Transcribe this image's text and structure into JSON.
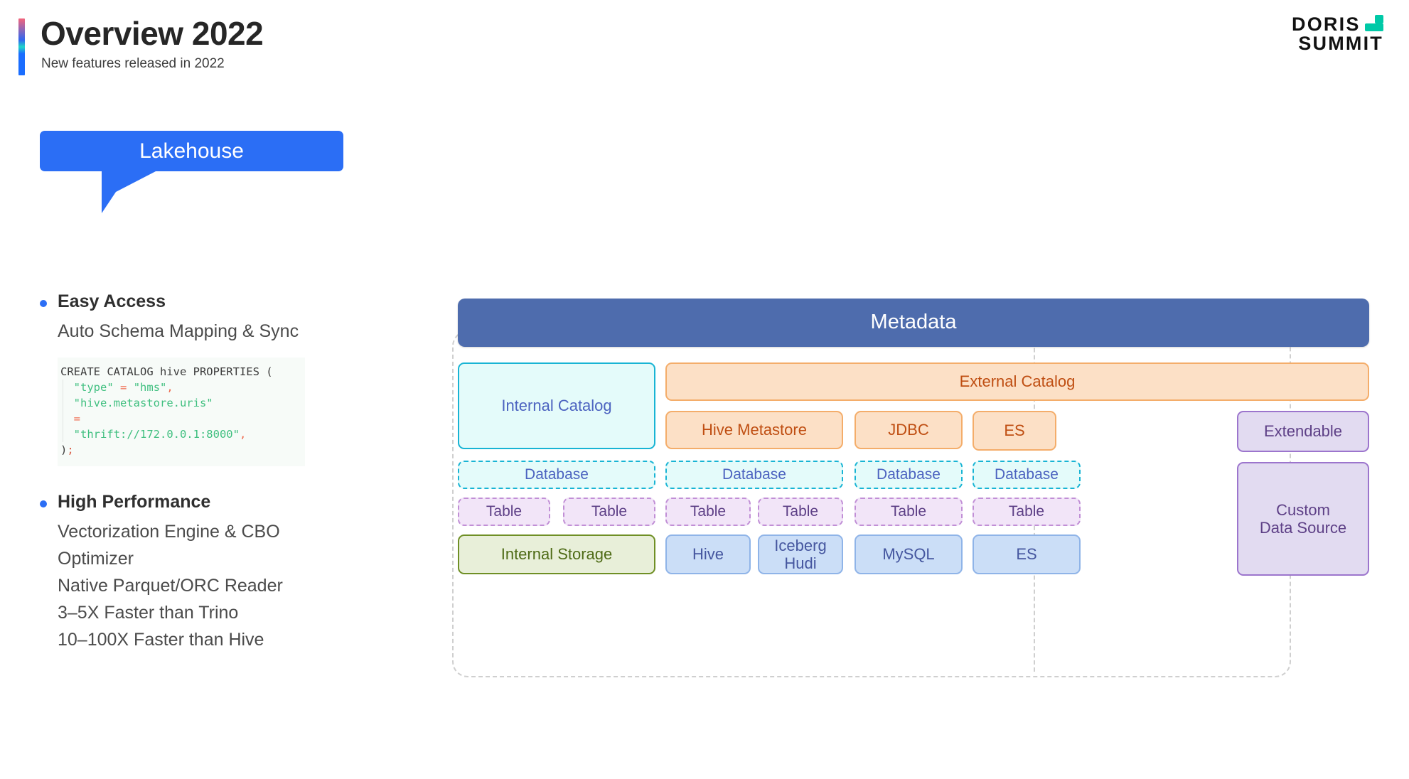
{
  "header": {
    "title": "Overview 2022",
    "subtitle": "New features released in 2022",
    "accent_colors": [
      "#f4657b",
      "#2f66f0",
      "#1fd6c8",
      "#1a6dff"
    ]
  },
  "logo": {
    "line1": "DORIS",
    "line2": "SUMMIT",
    "mark_color": "#00c9a7"
  },
  "banner": {
    "label": "Lakehouse",
    "color": "#2b6ef5"
  },
  "left_column": {
    "sections": [
      {
        "heading": "Easy Access",
        "lines": [
          "Auto Schema Mapping & Sync"
        ]
      },
      {
        "heading": "High Performance",
        "lines": [
          "Vectorization Engine & CBO",
          "Optimizer",
          "Native Parquet/ORC Reader",
          "3–5X Faster than Trino",
          "10–100X Faster than Hive"
        ]
      }
    ]
  },
  "code_block": {
    "language": "sql",
    "lines": [
      "CREATE CATALOG hive PROPERTIES (",
      "  \"type\" = \"hms\",",
      "  \"hive.metastore.uris\"",
      "  =",
      "  \"thrift://172.0.0.1:8000\",",
      ");"
    ],
    "tokens": {
      "keyword": "CREATE CATALOG hive PROPERTIES (",
      "key1": "\"type\"",
      "eq": "=",
      "val1": "\"hms\"",
      "comma": ",",
      "key2": "\"hive.metastore.uris\"",
      "val2": "\"thrift://172.0.0.1:8000\"",
      "close_paren": ")",
      "semicolon": ";"
    },
    "colors": {
      "string": "#3fbf7f",
      "operator": "#ef6b4f",
      "text": "#3c3c3c"
    }
  },
  "diagram": {
    "metadata_bar": "Metadata",
    "internal_catalog": "Internal Catalog",
    "external_catalog": "External Catalog",
    "connectors": [
      "Hive Metastore",
      "JDBC",
      "ES",
      "Extendable"
    ],
    "databases": [
      "Database",
      "Database",
      "Database",
      "Database"
    ],
    "tables": [
      "Table",
      "Table",
      "Table",
      "Table",
      "Table",
      "Table"
    ],
    "storages": [
      "Internal Storage",
      "Hive",
      "Iceberg\nHudi",
      "MySQL",
      "ES"
    ],
    "storage_iceberg_l1": "Iceberg",
    "storage_iceberg_l2": "Hudi",
    "custom_l1": "Custom",
    "custom_l2": "Data Source",
    "colors": {
      "metadata": "#4e6cad",
      "cyan_fill": "#e4fbfa",
      "cyan_border": "#18b4d4",
      "orange_fill": "#fce0c6",
      "orange_border": "#f4ad6a",
      "orange_text": "#bf4e12",
      "purple_fill": "#e2dbf1",
      "purple_border": "#9c75cd",
      "olive_fill": "#e8efd9",
      "olive_border": "#6f8f25",
      "blue_fill": "#cbdef7",
      "blue_border": "#8fb4e8"
    }
  }
}
